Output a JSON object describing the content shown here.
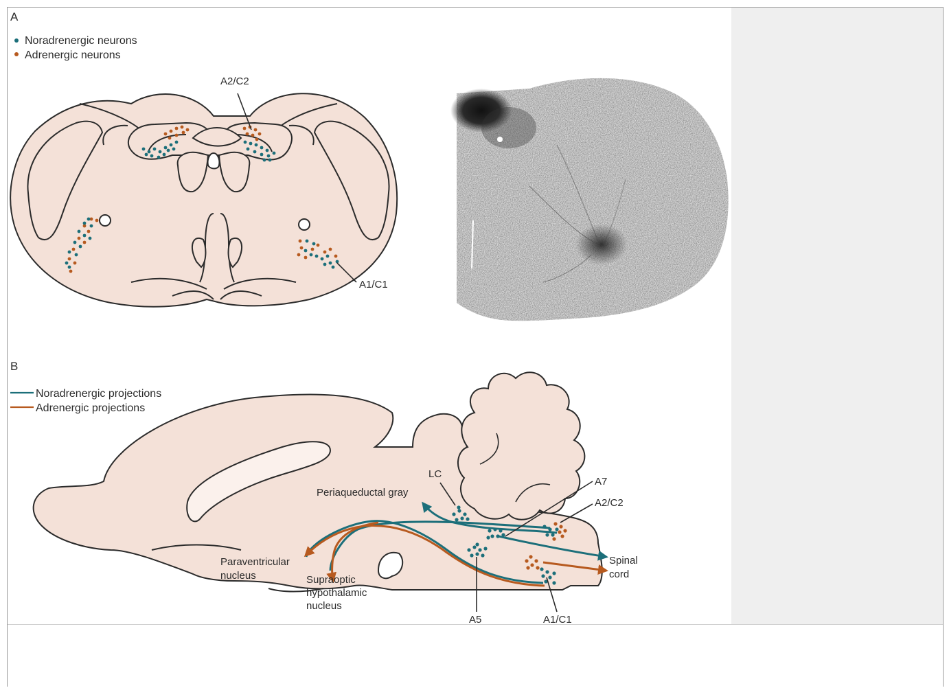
{
  "colors": {
    "tissue": "#f4e1d8",
    "outline": "#2b2b2b",
    "noradrenergic": "#1c6f7a",
    "adrenergic": "#b75a1f",
    "ventricle": "#fbf1ec",
    "side_panel": "#efefef"
  },
  "panel_a": {
    "letter": "A",
    "legend": {
      "noradrenergic": "Noradrenergic neurons",
      "adrenergic": "Adrenergic neurons"
    },
    "labels": {
      "a2c2": "A2/C2",
      "a1c1": "A1/C1"
    },
    "micrograph": "medulla-section-micrograph"
  },
  "panel_b": {
    "letter": "B",
    "legend": {
      "noradrenergic": "Noradrenergic projections",
      "adrenergic": "Adrenergic projections"
    },
    "labels": {
      "lc": "LC",
      "periaqueductal_gray": "Periaqueductal gray",
      "a7": "A7",
      "a2c2": "A2/C2",
      "spinal_1": "Spinal",
      "spinal_2": "cord",
      "paraventricular_1": "Paraventricular",
      "paraventricular_2": "nucleus",
      "supraoptic_1": "Supraoptic",
      "supraoptic_2": "hypothalamic",
      "supraoptic_3": "nucleus",
      "a5": "A5",
      "a1c1": "A1/C1"
    }
  }
}
